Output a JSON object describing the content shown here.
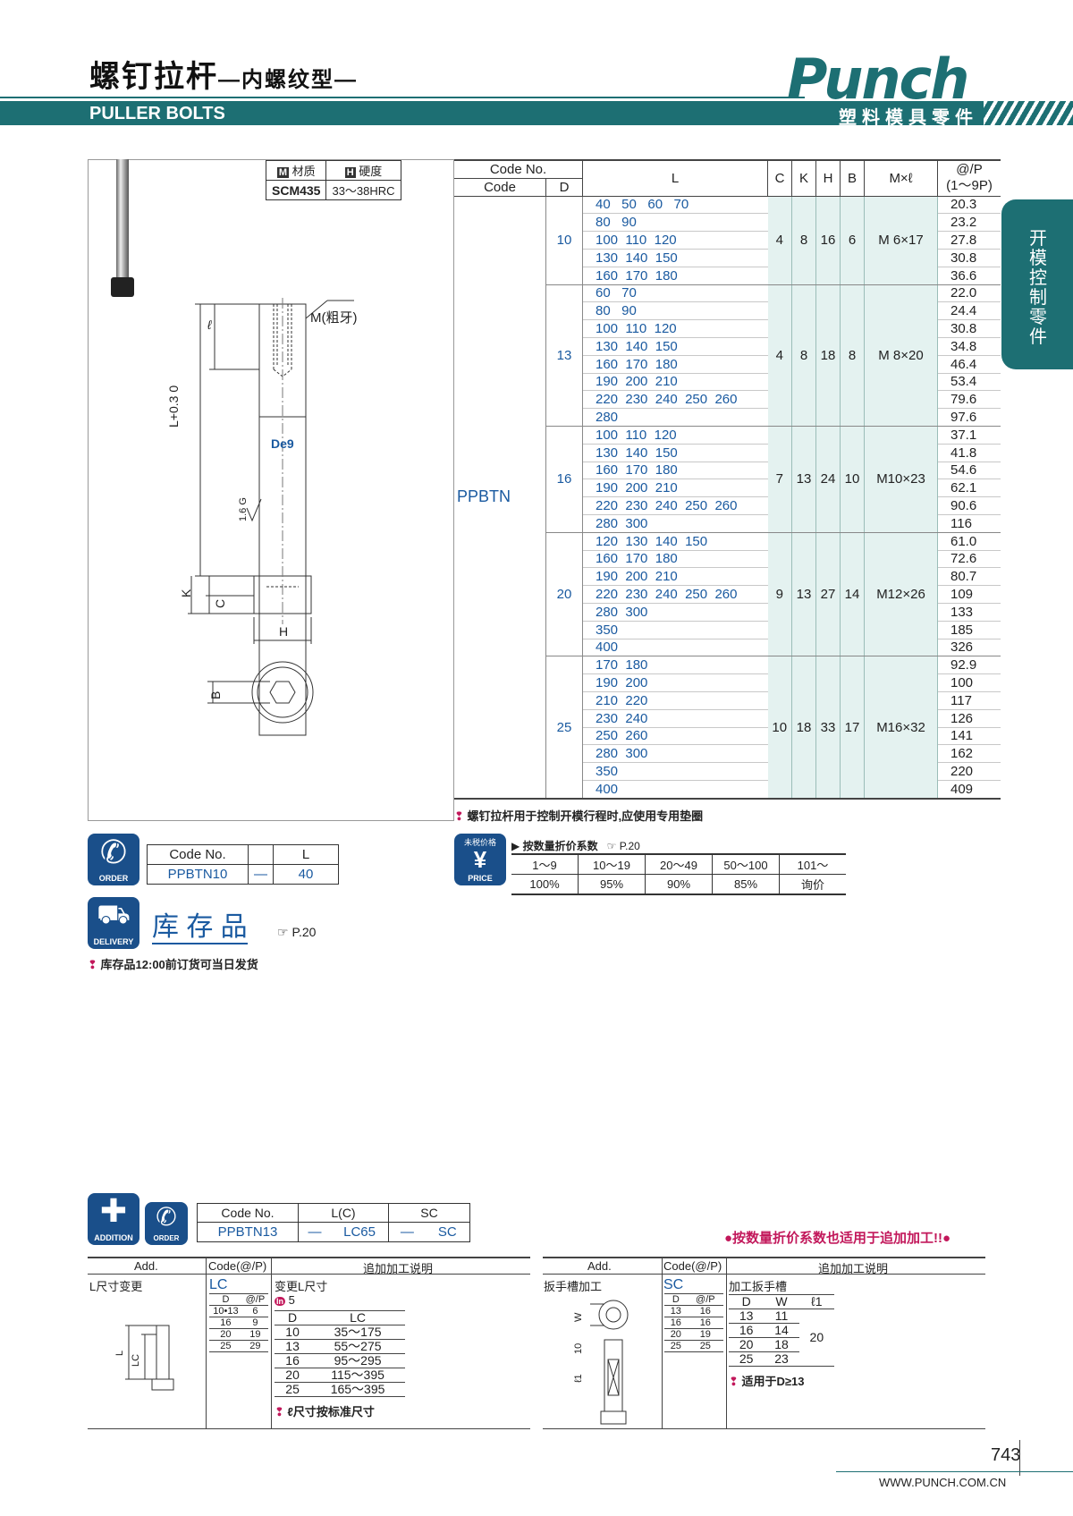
{
  "header": {
    "title_zh": "螺钉拉杆",
    "title_sub": "—内螺纹型—",
    "title_en": "PULLER BOLTS",
    "brand": "Punch",
    "brand_sub": "塑料模具零件"
  },
  "side_tab": "开模控制零件",
  "material": {
    "m_icon": "M",
    "m_label": "材质",
    "h_icon": "H",
    "h_label": "硬度",
    "material": "SCM435",
    "hardness": "33～38HRC"
  },
  "drawing": {
    "thread_label": "M(粗牙)",
    "ell": "ℓ",
    "length_label": "L+0.3 0",
    "diameter_label": "De9",
    "roughness": "1.6 G",
    "k": "K",
    "c": "C",
    "h": "H",
    "b": "B"
  },
  "main_table": {
    "headers": {
      "code_no": "Code No.",
      "code": "Code",
      "d": "D",
      "l": "L",
      "c": "C",
      "k": "K",
      "h": "H",
      "b": "B",
      "mxl": "M×ℓ",
      "price": "@/P",
      "price_range": "(1～9P)"
    },
    "code": "PPBTN",
    "groups": [
      {
        "d": "10",
        "c": "4",
        "k": "8",
        "h": "16",
        "b": "6",
        "m": "M  6×17",
        "rows": [
          [
            "40   50   60   70",
            "20.3"
          ],
          [
            "80   90",
            "23.2"
          ],
          [
            "100  110  120",
            "27.8"
          ],
          [
            "130  140  150",
            "30.8"
          ],
          [
            "160  170  180",
            "36.6"
          ]
        ]
      },
      {
        "d": "13",
        "c": "4",
        "k": "8",
        "h": "18",
        "b": "8",
        "m": "M  8×20",
        "rows": [
          [
            "60   70",
            "22.0"
          ],
          [
            "80   90",
            "24.4"
          ],
          [
            "100  110  120",
            "30.8"
          ],
          [
            "130  140  150",
            "34.8"
          ],
          [
            "160  170  180",
            "46.4"
          ],
          [
            "190  200  210",
            "53.4"
          ],
          [
            "220  230  240  250  260",
            "79.6"
          ],
          [
            "280",
            "97.6"
          ]
        ]
      },
      {
        "d": "16",
        "c": "7",
        "k": "13",
        "h": "24",
        "b": "10",
        "m": "M10×23",
        "rows": [
          [
            "100  110  120",
            "37.1"
          ],
          [
            "130  140  150",
            "41.8"
          ],
          [
            "160  170  180",
            "54.6"
          ],
          [
            "190  200  210",
            "62.1"
          ],
          [
            "220  230  240  250  260",
            "90.6"
          ],
          [
            "280  300",
            "116"
          ]
        ]
      },
      {
        "d": "20",
        "c": "9",
        "k": "13",
        "h": "27",
        "b": "14",
        "m": "M12×26",
        "rows": [
          [
            "120  130  140  150",
            "61.0"
          ],
          [
            "160  170  180",
            "72.6"
          ],
          [
            "190  200  210",
            "80.7"
          ],
          [
            "220  230  240  250  260",
            "109"
          ],
          [
            "280  300",
            "133"
          ],
          [
            "350",
            "185"
          ],
          [
            "400",
            "326"
          ]
        ]
      },
      {
        "d": "25",
        "c": "10",
        "k": "18",
        "h": "33",
        "b": "17",
        "m": "M16×32",
        "rows": [
          [
            "170  180",
            "92.9"
          ],
          [
            "190  200",
            "100"
          ],
          [
            "210  220",
            "117"
          ],
          [
            "230  240",
            "126"
          ],
          [
            "250  260",
            "141"
          ],
          [
            "280  300",
            "162"
          ],
          [
            "350",
            "220"
          ],
          [
            "400",
            "409"
          ]
        ]
      }
    ],
    "note": "螺钉拉杆用于控制开模行程时,应使用专用垫圈"
  },
  "order": {
    "icon_label": "ORDER",
    "code_no_header": "Code No.",
    "l_header": "L",
    "code": "PPBTN10",
    "dash": "—",
    "l_value": "40"
  },
  "price": {
    "badge_top": "未税价格",
    "badge_symbol": "¥",
    "badge_label": "PRICE",
    "title": "按数量折价系数",
    "ref": "P.20",
    "qty": [
      "1～9",
      "10～19",
      "20～49",
      "50～100",
      "101～"
    ],
    "rate": [
      "100%",
      "95%",
      "90%",
      "85%",
      "询价"
    ]
  },
  "delivery": {
    "icon_label": "DELIVERY",
    "title": "库 存 品",
    "ref": "P.20",
    "note": "库存品12:00前订货可当日发货"
  },
  "addition": {
    "icon_label": "ADDITION",
    "order_label": "ORDER",
    "headers": [
      "Code No.",
      "L(C)",
      "SC"
    ],
    "values": [
      "PPBTN13",
      "—",
      "LC65",
      "—",
      "SC"
    ],
    "discount_note": "●按数量折价系数也适用于追加加工!!●"
  },
  "add_left": {
    "h_add": "Add.",
    "h_code": "Code(@/P)",
    "h_desc": "追加加工说明",
    "name": "L尺寸变更",
    "code": "LC",
    "desc_title": "变更L尺寸",
    "step_label": "In",
    "step": "5",
    "price_header": [
      "D",
      "@/P"
    ],
    "price_rows": [
      [
        "10•13",
        "6"
      ],
      [
        "16",
        "9"
      ],
      [
        "20",
        "19"
      ],
      [
        "25",
        "29"
      ]
    ],
    "lc_header": [
      "D",
      "LC"
    ],
    "lc_rows": [
      [
        "10",
        "35～175"
      ],
      [
        "13",
        "55～275"
      ],
      [
        "16",
        "95～295"
      ],
      [
        "20",
        "115～395"
      ],
      [
        "25",
        "165～395"
      ]
    ],
    "note": "ℓ尺寸按标准尺寸",
    "fig_l": "L",
    "fig_lc": "LC"
  },
  "add_right": {
    "h_add": "Add.",
    "h_code": "Code(@/P)",
    "h_desc": "追加加工说明",
    "name": "扳手槽加工",
    "code": "SC",
    "desc_title": "加工扳手槽",
    "price_header": [
      "D",
      "@/P"
    ],
    "price_rows": [
      [
        "13",
        "16"
      ],
      [
        "16",
        "16"
      ],
      [
        "20",
        "19"
      ],
      [
        "25",
        "25"
      ]
    ],
    "w_header": [
      "D",
      "W",
      "ℓ1"
    ],
    "w_rows": [
      [
        "13",
        "11"
      ],
      [
        "16",
        "14"
      ],
      [
        "20",
        "18"
      ],
      [
        "25",
        "23"
      ]
    ],
    "l1": "20",
    "note": "适用于D≥13",
    "fig_w": "W",
    "fig_10": "10",
    "fig_l1": "ℓ1"
  },
  "footer": {
    "page": "743",
    "url": "WWW.PUNCH.COM.CN"
  }
}
